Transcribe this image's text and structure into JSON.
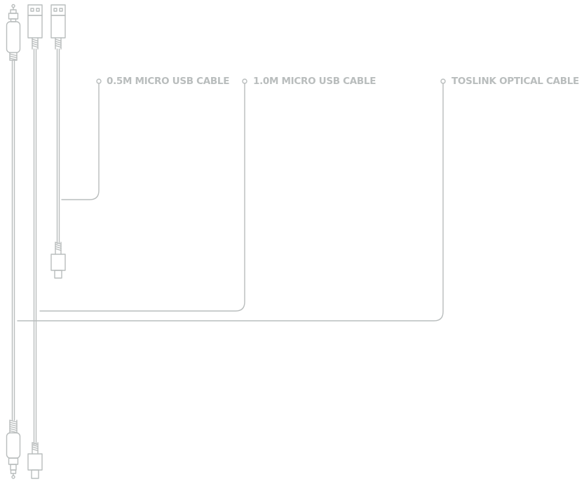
{
  "diagram": {
    "stroke_color": "#b9bdbd",
    "cables": [
      {
        "label": "0.5M MICRO USB CABLE",
        "connector_top": "usb-a",
        "connector_bottom": "micro-usb"
      },
      {
        "label": "1.0M MICRO USB CABLE",
        "connector_top": "usb-a",
        "connector_bottom": "micro-usb"
      },
      {
        "label": "TOSLINK OPTICAL CABLE",
        "connector_top": "toslink",
        "connector_bottom": "toslink"
      }
    ]
  }
}
